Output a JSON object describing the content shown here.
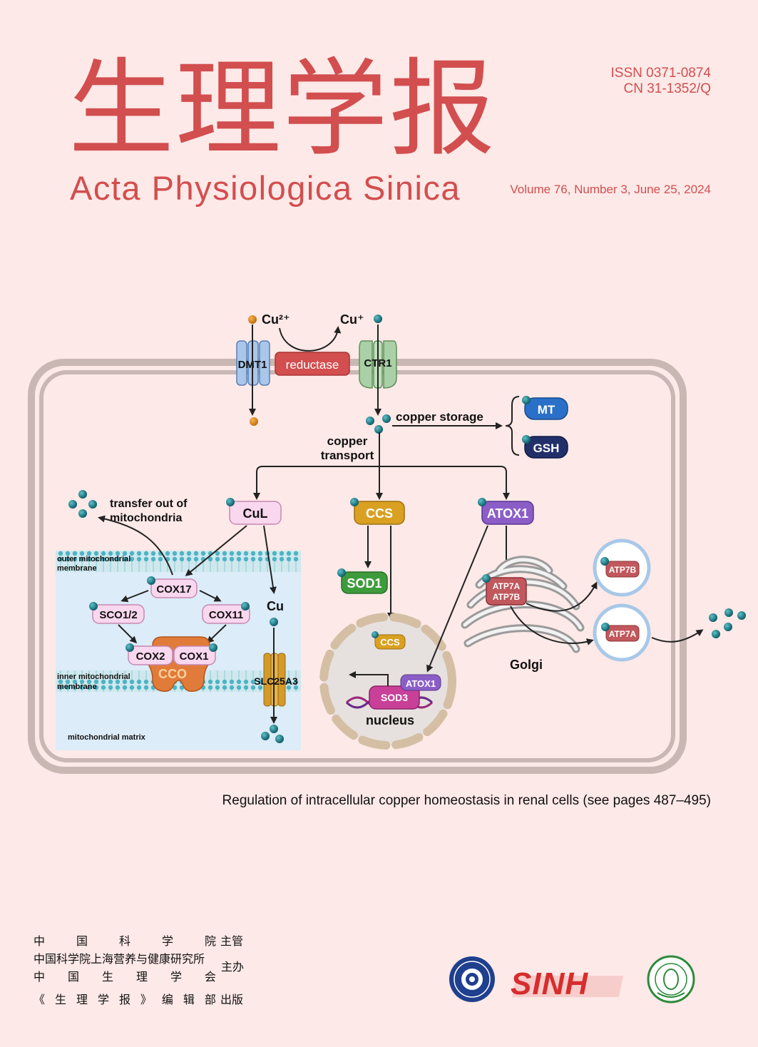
{
  "journal": {
    "title_cn": "生理学报",
    "title_en": "Acta Physiologica Sinica",
    "issn": "ISSN  0371-0874",
    "cn": "CN  31-1352/Q",
    "volume": "Volume  76, Number 3, June 25, 2024"
  },
  "figure": {
    "caption": "Regulation of intracellular copper homeostasis in renal cells (see pages 487–495)",
    "labels": {
      "cu2": "Cu²⁺",
      "cu1": "Cu⁺",
      "dmt1": "DMT1",
      "reductase": "reductase",
      "ctr1": "CTR1",
      "copper_storage": "copper storage",
      "mt": "MT",
      "gsh": "GSH",
      "copper_transport_1": "copper",
      "copper_transport_2": "transport",
      "transfer_out_1": "transfer out of",
      "transfer_out_2": "mitochondria",
      "cul": "CuL",
      "ccs": "CCS",
      "atox1": "ATOX1",
      "outer_membrane_1": "outer mitochondrial",
      "outer_membrane_2": "membrane",
      "cox17": "COX17",
      "sco12": "SCO1/2",
      "cox11": "COX11",
      "cox2": "COX2",
      "cox1": "COX1",
      "cco": "CCO",
      "inner_membrane_1": "inner mitochondrial",
      "inner_membrane_2": "membrane",
      "matrix": "mitochondrial matrix",
      "cu": "Cu",
      "slc25a3": "SLC25A3",
      "sod1": "SOD1",
      "ccs_nucleus": "CCS",
      "atox1_nucleus": "ATOX1",
      "sod3": "SOD3",
      "nucleus": "nucleus",
      "atp7a_golgi": "ATP7A",
      "atp7b_golgi": "ATP7B",
      "golgi": "Golgi",
      "atp7b_vesicle": "ATP7B",
      "atp7a_vesicle": "ATP7A"
    }
  },
  "publishers": {
    "row1": [
      "中",
      "国",
      "科",
      "学",
      "院"
    ],
    "row1_role": "主管",
    "row2": "中国科学院上海营养与健康研究所",
    "row3": [
      "中",
      "国",
      "生",
      "理",
      "学",
      "会"
    ],
    "row23_role": "主办",
    "row4": [
      "《",
      "生",
      "理",
      "学",
      "报",
      "》",
      "编",
      "辑",
      "部"
    ],
    "row4_role": "出版"
  },
  "logos": {
    "sinh": "SINH"
  },
  "colors": {
    "brand_red": "#d24e4f",
    "copper_teal": "#1d7a85",
    "cu2_orange": "#e08a1e",
    "page_bg": "#fde9e7"
  }
}
